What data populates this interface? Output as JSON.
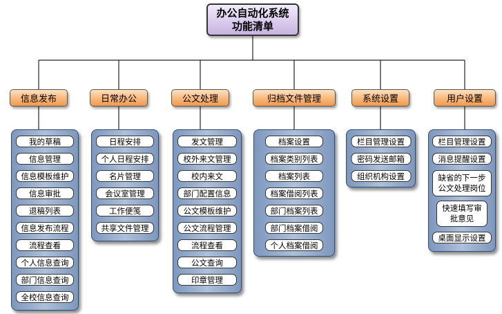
{
  "root": {
    "line1": "办公自动化系统",
    "line2": "功能清单"
  },
  "categories": [
    {
      "title": "信息发布",
      "items": [
        "我的草稿",
        "信息管理",
        "信息模板维护",
        "信息审批",
        "退稿列表",
        "信息发布流程",
        "流程查看",
        "个人信息查询",
        "部门信息查询",
        "全校信息查询"
      ]
    },
    {
      "title": "日常办公",
      "items": [
        "日程安排",
        "个人日程安排",
        "名片管理",
        "会议室管理",
        "工作便笺",
        "共享文件管理"
      ]
    },
    {
      "title": "公文处理",
      "items": [
        "发文管理",
        "校外来文管理",
        "校内来文",
        "部门配置信息",
        "公文模板维护",
        "公文流程管理",
        "流程查看",
        "公文查询",
        "印章管理"
      ]
    },
    {
      "title": "归档文件管理",
      "items": [
        "档案设置",
        "档案类别列表",
        "档案列表",
        "档案借阅列表",
        "部门档案列表",
        "部门档案借阅",
        "个人档案借阅"
      ]
    },
    {
      "title": "系统设置",
      "items": [
        "栏目管理设置",
        "密码发送邮箱",
        "组织机构设置"
      ]
    },
    {
      "title": "用户设置",
      "items": [
        "栏目管理设置",
        "消息提醒设置",
        "缺省的下一步公文处理岗位",
        "快速填写审批意见",
        "桌面显示设置"
      ]
    }
  ]
}
